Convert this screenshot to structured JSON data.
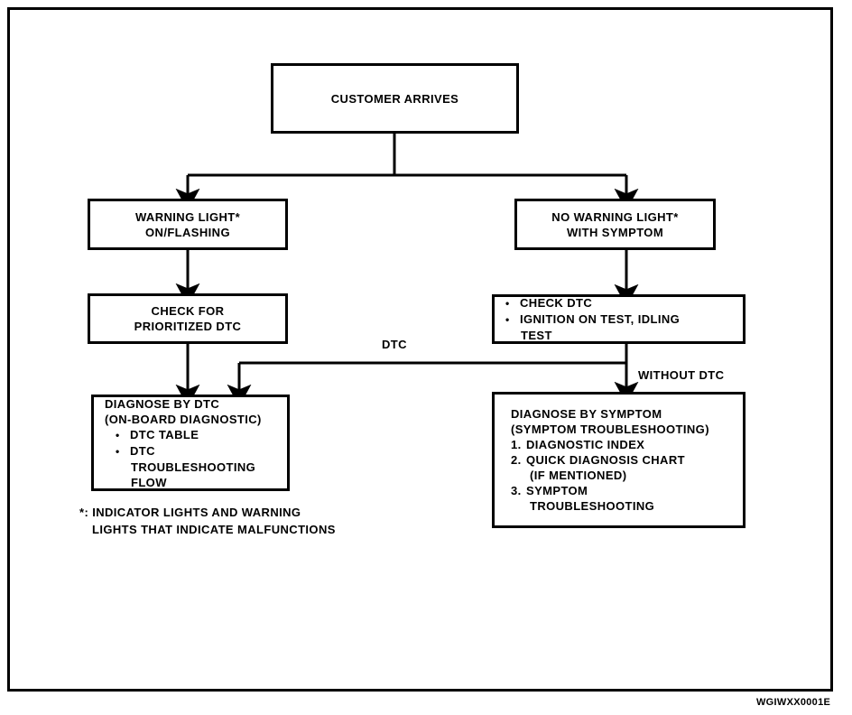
{
  "document": {
    "code": "WGIWXX0001E"
  },
  "nodes": {
    "customer_arrives": {
      "label": "CUSTOMER ARRIVES"
    },
    "warning_light": {
      "line1": "WARNING LIGHT*",
      "line2": "ON/FLASHING"
    },
    "no_warning_light": {
      "line1": "NO WARNING LIGHT*",
      "line2": "WITH SYMPTOM"
    },
    "check_prioritized_dtc": {
      "line1": "CHECK FOR",
      "line2": "PRIORITIZED DTC"
    },
    "check_dtc_tests": {
      "item1": "CHECK DTC",
      "item2": "IGNITION ON TEST, IDLING",
      "item2_cont": "TEST"
    },
    "diagnose_by_dtc": {
      "title": "DIAGNOSE BY DTC",
      "subtitle": "(ON-BOARD DIAGNOSTIC)",
      "item1": "DTC TABLE",
      "item2": "DTC",
      "item2_cont1": "TROUBLESHOOTING",
      "item2_cont2": "FLOW"
    },
    "diagnose_by_symptom": {
      "title": "DIAGNOSE BY SYMPTOM",
      "subtitle": "(SYMPTOM TROUBLESHOOTING)",
      "item1_num": "1.",
      "item1": "DIAGNOSTIC INDEX",
      "item2_num": "2.",
      "item2": "QUICK DIAGNOSIS CHART",
      "item2_cont": "(IF MENTIONED)",
      "item3_num": "3.",
      "item3": "SYMPTOM",
      "item3_cont": "TROUBLESHOOTING"
    }
  },
  "edge_labels": {
    "dtc": "DTC",
    "without_dtc": "WITHOUT DTC"
  },
  "footnote": {
    "line1": "*: INDICATOR LIGHTS AND WARNING",
    "line2": "LIGHTS THAT INDICATE MALFUNCTIONS"
  },
  "colors": {
    "ink": "#000000",
    "paper": "#ffffff"
  }
}
